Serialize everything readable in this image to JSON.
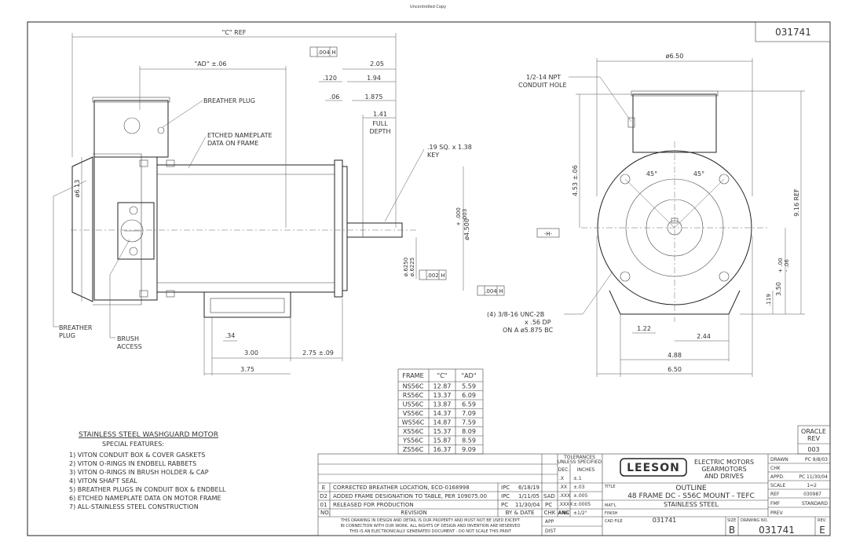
{
  "header_stamp": "Uncontrolled Copy",
  "drawing_number_top": "031741",
  "dims_side": {
    "c_ref": "\"C\" REF",
    "ad": "\"AD\" ±.06",
    "tol_004": ".004",
    "datum_h": "H",
    "d205": "2.05",
    "d120": ".120",
    "d194": "1.94",
    "d06": ".06",
    "d1875": "1.875",
    "d141": "1.41",
    "full": "FULL",
    "depth": "DEPTH",
    "key1": ".19 SQ. x 1.38",
    "key2": "KEY",
    "dia613": "ø6.13",
    "shaft1": "ø.6250",
    "shaft2": "ø.6225",
    "pilot": "ø4.500",
    "pilot_tol_plus": "+ .000",
    "pilot_tol_minus": "- .003",
    "tol_002": ".002",
    "d034": ".34",
    "d300": "3.00",
    "d275": "2.75 ±.09",
    "d375": "3.75"
  },
  "callouts_side": {
    "breather_plug_top": "BREATHER PLUG",
    "etched1": "ETCHED NAMEPLATE",
    "etched2": "DATA ON FRAME",
    "breather1": "BREATHER",
    "breather2": "PLUG",
    "brush1": "BRUSH",
    "brush2": "ACCESS"
  },
  "dims_end": {
    "d650_top": "ø6.50",
    "npt1": "1/2-14 NPT",
    "npt2": "CONDUIT HOLE",
    "d453": "4.53 ±.06",
    "a45l": "45°",
    "a45r": "45°",
    "d916": "9.16 REF",
    "datum": "-H-",
    "d350": "3.50",
    "d350_tol_plus": "+ .00",
    "d350_tol_minus": "- .06",
    "d119": ".119",
    "holes1": "(4) 3/8-16 UNC-2B",
    "holes2": "x .56 DP",
    "holes3": "ON A ø5.875 BC",
    "d122": "1.22",
    "d244": "2.44",
    "d488": "4.88",
    "d650_bot": "6.50"
  },
  "frame_table": {
    "headers": [
      "FRAME",
      "\"C\"",
      "\"AD\""
    ],
    "rows": [
      [
        "NS56C",
        "12.87",
        "5.59"
      ],
      [
        "RS56C",
        "13.37",
        "6.09"
      ],
      [
        "US56C",
        "13.87",
        "6.59"
      ],
      [
        "VS56C",
        "14.37",
        "7.09"
      ],
      [
        "WS56C",
        "14.87",
        "7.59"
      ],
      [
        "XS56C",
        "15.37",
        "8.09"
      ],
      [
        "YS56C",
        "15.87",
        "8.59"
      ],
      [
        "ZS56C",
        "16.37",
        "9.09"
      ]
    ]
  },
  "notes": {
    "title": "STAINLESS STEEL WASHGUARD MOTOR",
    "subtitle": "SPECIAL FEATURES:",
    "items": [
      "1)  VITON CONDUIT BOX & COVER GASKETS",
      "2)  VITON O-RINGS IN ENDBELL RABBETS",
      "3)  VITON O-RINGS IN BRUSH HOLDER & CAP",
      "4)  VITON SHAFT SEAL",
      "5)  BREATHER PLUGS IN CONDUIT BOX & ENDBELL",
      "6)  ETCHED NAMEPLATE DATA ON MOTOR FRAME",
      "7)  ALL-STAINLESS STEEL CONSTRUCTION"
    ]
  },
  "revisions": [
    {
      "rev": "E",
      "desc": "CORRECTED BREATHER LOCATION, ECO-0168998",
      "by": "IPC",
      "date": "6/18/19"
    },
    {
      "rev": "D2",
      "desc": "ADDED FRAME DESIGNATION TO TABLE, PER 109075.00",
      "by": "IPC",
      "date": "1/11/05"
    },
    {
      "rev": "01",
      "desc": "RELEASED FOR PRODUCTION",
      "by": "PC",
      "date": "11/30/04"
    }
  ],
  "rev_headers": {
    "no": "NO.",
    "revision": "REVISION",
    "by_date": "BY & DATE",
    "chk": "CHK",
    "anc": "ANC"
  },
  "chk_col": [
    "SAD",
    "PC"
  ],
  "tolerances": {
    "title1": "TOLERANCES",
    "title2": "UNLESS SPECIFIED",
    "dec": "DEC.",
    "inches": "INCHES",
    "rows": [
      [
        ".X",
        "±.1"
      ],
      [
        ".XX",
        "±.03"
      ],
      [
        ".XXX",
        "±.005"
      ],
      [
        ".XXXX",
        "±.0005"
      ],
      [
        "ANG",
        "±1/2°"
      ]
    ]
  },
  "disclaimer": [
    "THIS DRAWING IN DESIGN AND DETAIL IS OUR PROPERTY AND MUST NOT BE USED EXCEPT",
    "IN CONNECTION WITH OUR WORK. ALL RIGHTS OF DESIGN AND INVENTION ARE RESERVED",
    "THIS IS AN ELECTRONICALLY GENERATED DOCUMENT - DO NOT SCALE THIS PRINT"
  ],
  "app_label": "APP",
  "dist_label": "DIST",
  "logo": "LEESON",
  "company": [
    "ELECTRIC MOTORS",
    "GEARMOTORS",
    "AND DRIVES"
  ],
  "title_labels": {
    "title": "TITLE",
    "matl": "MAT'L",
    "finish": "FINISH",
    "cad": "CAD FILE",
    "size": "SIZE",
    "drawing_no": "DRAWING NO.",
    "rev": "REV."
  },
  "title_text": [
    "OUTLINE",
    "48 FRAME DC - S56C MOUNT - TEFC"
  ],
  "material": "STAINLESS STEEL",
  "cad_file": "031741",
  "size": "B",
  "drawing_no": "031741",
  "rev": "E",
  "oracle": {
    "line1": "ORACLE",
    "line2": "REV",
    "value": "003"
  },
  "approvals": [
    {
      "label": "DRAWN",
      "value": "PC 9/8/03"
    },
    {
      "label": "CHK",
      "value": ""
    },
    {
      "label": "APPD.",
      "value": "PC 11/30/04"
    },
    {
      "label": "SCALE",
      "value": "1=2"
    },
    {
      "label": "REF",
      "value": "030987"
    },
    {
      "label": "FMF",
      "value": "STANDARD"
    },
    {
      "label": "PREV",
      "value": ""
    }
  ]
}
